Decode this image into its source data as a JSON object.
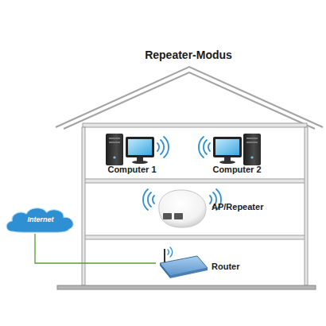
{
  "diagram": {
    "title": "Repeater-Modus",
    "nodes": [
      {
        "text": [
          "Computer 1"
        ]
      },
      {
        "text": [
          "Computer 2"
        ]
      },
      {
        "text": [
          "AP/Repeater"
        ]
      },
      {
        "text": [
          "Internet"
        ]
      },
      {
        "text": [
          "Router"
        ]
      }
    ],
    "edges": [
      {
        "from": 3,
        "to": 4,
        "arrow": "none"
      }
    ]
  }
}
